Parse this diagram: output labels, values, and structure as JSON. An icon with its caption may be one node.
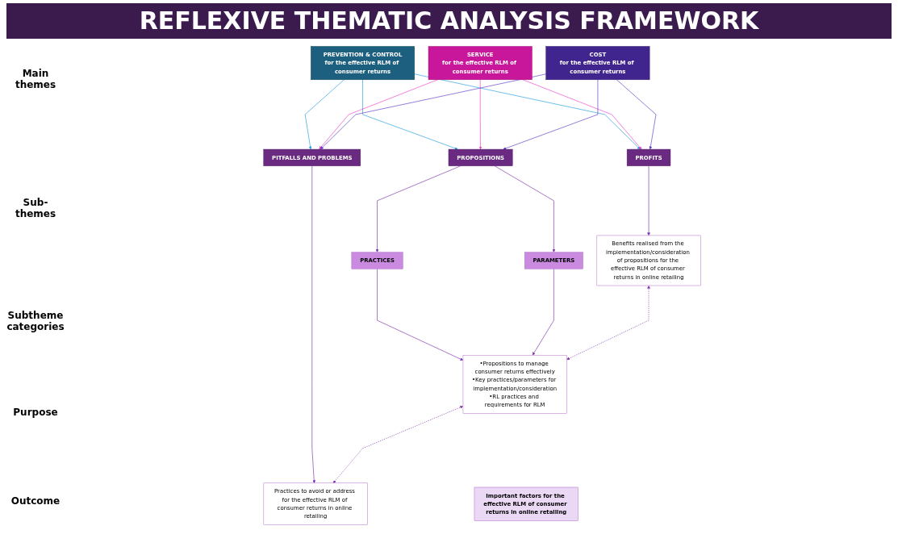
{
  "diagram": {
    "title": "REFLEXIVE THEMATIC ANALYSIS FRAMEWORK",
    "nodes": [
      {
        "text": [
          "PREVENTION & CONTROL",
          "for the effective RLM of consumer returns"
        ]
      },
      {
        "text": [
          "SERVICE",
          "for the effective RLM of consumer returns"
        ]
      },
      {
        "text": [
          "COST",
          "for the effective RLM of consumer returns"
        ]
      },
      {
        "text": [
          "PITFALLS AND PROBLEMS"
        ]
      },
      {
        "text": [
          "PROPOSITIONS"
        ]
      },
      {
        "text": [
          "PROFITS"
        ]
      },
      {
        "text": [
          "PRACTICES"
        ]
      },
      {
        "text": [
          "PARAMETERS"
        ]
      },
      {
        "text": [
          "Practices to avoid or address for the effective RLM of consumer returns in online retailing"
        ]
      },
      {
        "text": [
          "•Propositions to manage consumer returns effectively",
          "•Key practices/parameters for implementation/consideration",
          "•RL practices and requirements for RLM"
        ]
      },
      {
        "text": [
          "Benefits realised from the implementation/consideration of propositions for the effective RLM of consumer returns in online retailing"
        ]
      },
      {
        "text": [
          "Important factors for the effective RLM of consumer returns in online retailing"
        ]
      }
    ],
    "edges": [
      {
        "from": 0,
        "to": 3,
        "arrow": "to",
        "color": "#1e9be0"
      },
      {
        "from": 0,
        "to": 4,
        "arrow": "to",
        "color": "#1e9be0"
      },
      {
        "from": 0,
        "to": 5,
        "arrow": "to",
        "color": "#1e9be0"
      },
      {
        "from": 1,
        "to": 3,
        "arrow": "to",
        "color": "#f03ccc"
      },
      {
        "from": 1,
        "to": 4,
        "arrow": "to",
        "color": "#f03ccc"
      },
      {
        "from": 1,
        "to": 5,
        "arrow": "to",
        "color": "#f03ccc"
      },
      {
        "from": 2,
        "to": 3,
        "arrow": "to",
        "color": "#5b35c8"
      },
      {
        "from": 2,
        "to": 4,
        "arrow": "to",
        "color": "#5b35c8"
      },
      {
        "from": 2,
        "to": 5,
        "arrow": "to",
        "color": "#5b35c8"
      },
      {
        "from": 4,
        "to": 6,
        "arrow": "to"
      },
      {
        "from": 4,
        "to": 7,
        "arrow": "to"
      },
      {
        "from": 3,
        "to": 8,
        "arrow": "to"
      },
      {
        "from": 6,
        "to": 9,
        "arrow": "to"
      },
      {
        "from": 7,
        "to": 9,
        "arrow": "to"
      },
      {
        "from": 5,
        "to": 10,
        "arrow": "to"
      },
      {
        "from": 8,
        "to": 9,
        "arrow": "both",
        "style": "dashed"
      },
      {
        "from": 9,
        "to": 10,
        "arrow": "both",
        "style": "dashed"
      }
    ],
    "labels": [
      "Main themes",
      "Sub-themes",
      "Subtheme categories",
      "Purpose",
      "Outcome"
    ]
  }
}
